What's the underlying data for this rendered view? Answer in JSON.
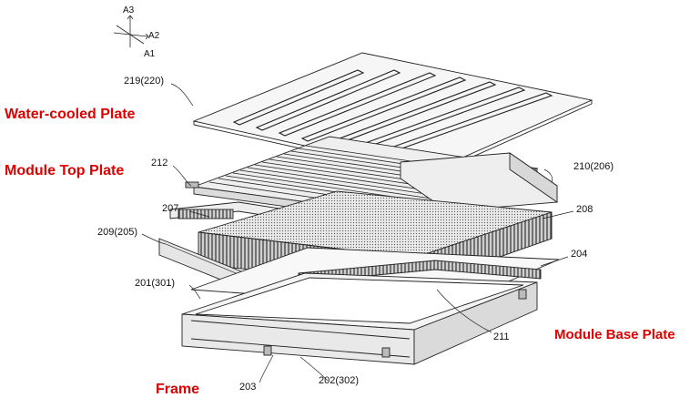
{
  "axes": {
    "a1": "A1",
    "a2": "A2",
    "a3": "A3"
  },
  "callouts": {
    "water_cooled": "Water-cooled Plate",
    "module_top": "Module Top Plate",
    "module_base": "Module Base Plate",
    "frame": "Frame"
  },
  "refs": {
    "r219": "219(220)",
    "r212": "212",
    "r210": "210(206)",
    "r207": "207",
    "r208": "208",
    "r209": "209(205)",
    "r204": "204",
    "r201": "201(301)",
    "r211": "211",
    "r203": "203",
    "r202": "202(302)"
  },
  "colors": {
    "callout_red": "#e00000",
    "line": "#222222"
  }
}
